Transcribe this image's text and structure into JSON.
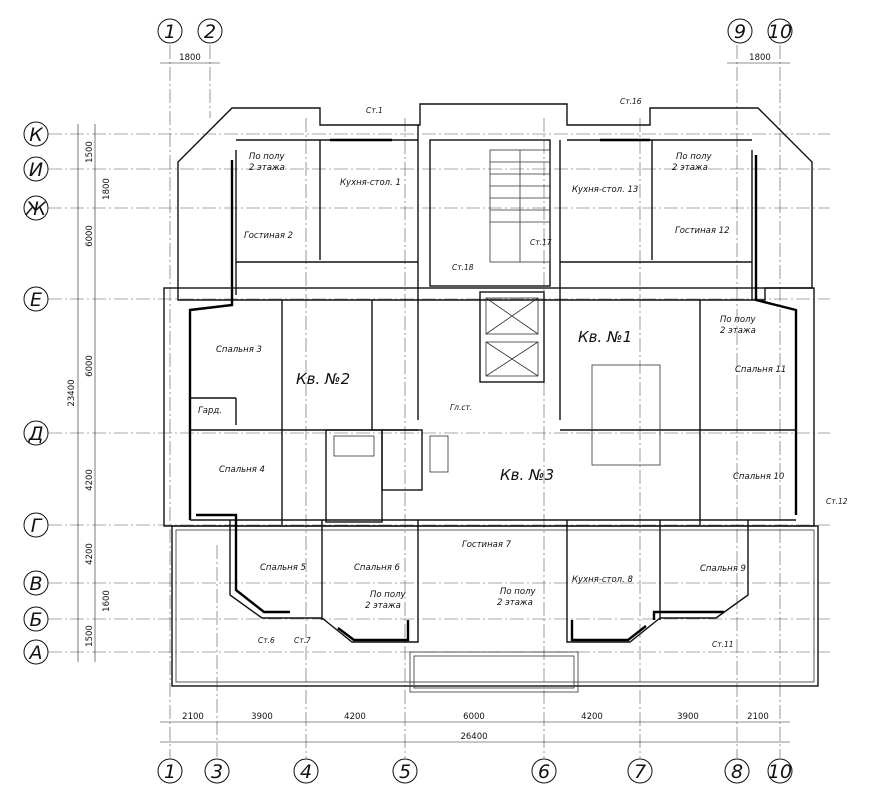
{
  "axes_top": [
    "1",
    "2",
    "9",
    "10"
  ],
  "axes_bottom": [
    "1",
    "3",
    "4",
    "5",
    "6",
    "7",
    "8",
    "10"
  ],
  "axes_left": [
    "К",
    "И",
    "Ж",
    "Е",
    "Д",
    "Г",
    "В",
    "Б",
    "А"
  ],
  "dims_top": [
    "1800",
    "1800"
  ],
  "dims_left": [
    "1500",
    "1800",
    "6000",
    "6000",
    "4200",
    "4200",
    "1600",
    "1500"
  ],
  "dim_total_left": "23400",
  "dims_bottom": [
    "2100",
    "3900",
    "4200",
    "6000",
    "4200",
    "3900",
    "2100"
  ],
  "dim_total_bottom": "26400",
  "apartments": [
    "Кв. №2",
    "Кв. №1",
    "Кв. №3"
  ],
  "rooms": {
    "kitchen1": "Кухня-стол. 1",
    "kitchen13": "Кухня-стол. 13",
    "living2": "Гостиная 2",
    "living12": "Гостиная 12",
    "bedroom3": "Спальня 3",
    "bedroom11": "Спальня 11",
    "wardrobe": "Гард.",
    "bedroom4": "Спальня 4",
    "bedroom10": "Спальня 10",
    "bedroom5": "Спальня 5",
    "bedroom6": "Спальня 6",
    "living7": "Гостиная 7",
    "kitchen8": "Кухня-стол. 8",
    "bedroom9": "Спальня 9"
  },
  "floor_notes": {
    "line1": "По полу",
    "line2": "2 этажа"
  },
  "risers": {
    "st1": "Ст.1",
    "st16": "Ст.16",
    "st17": "Ст.17",
    "st18": "Ст.18",
    "st12": "Ст.12",
    "st6": "Ст.6",
    "st7": "Ст.7",
    "st11": "Ст.11",
    "glst": "Гл.ст."
  }
}
